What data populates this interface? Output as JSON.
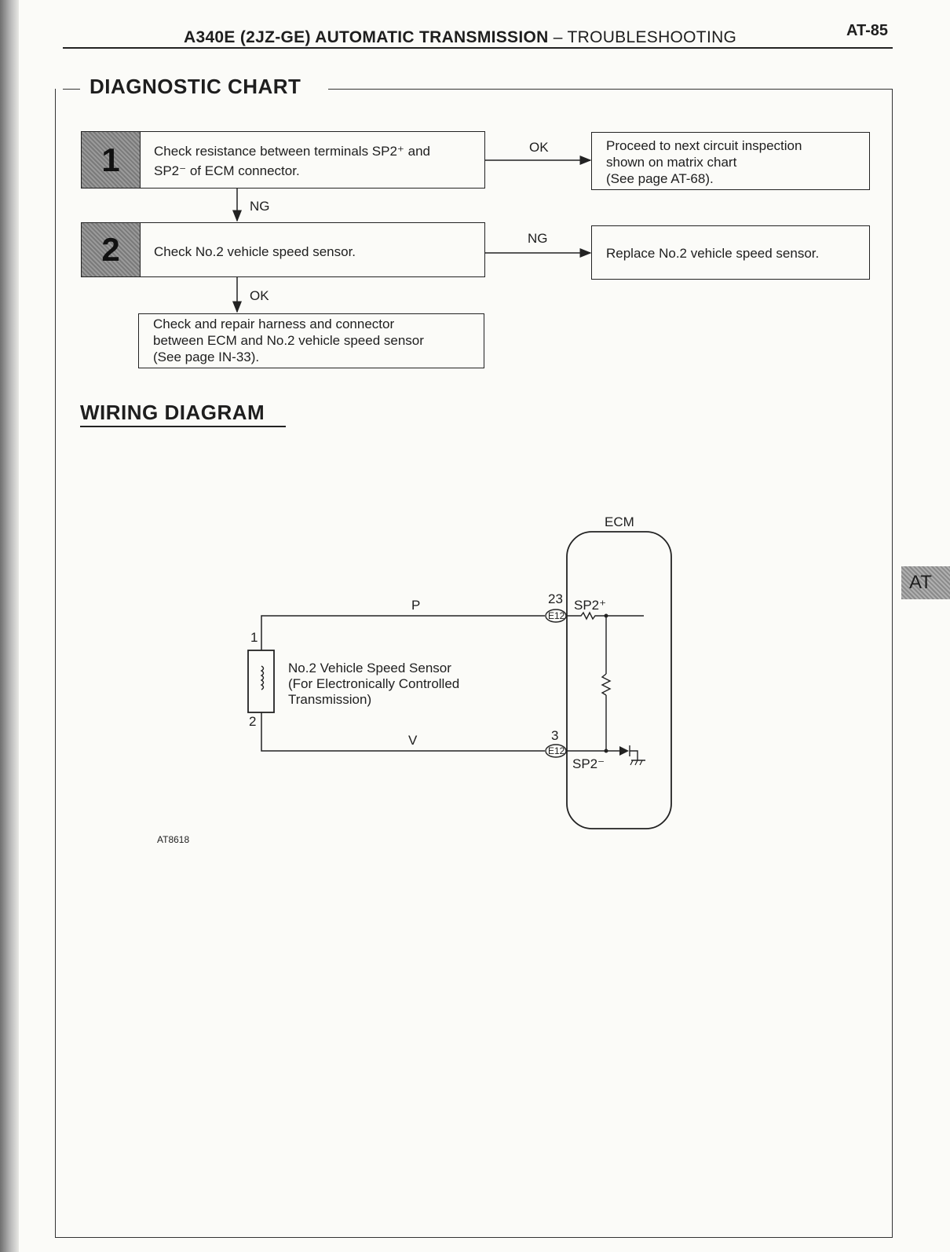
{
  "header": {
    "model": "A340E (2JZ-GE) AUTOMATIC TRANSMISSION",
    "separator": "–",
    "section": "TROUBLESHOOTING",
    "page_number": "AT-85"
  },
  "diagnostic_chart": {
    "title": "DIAGNOSTIC CHART",
    "step1": {
      "number": "1",
      "line1": "Check resistance between terminals SP2⁺ and",
      "line2": "SP2⁻ of ECM connector."
    },
    "step1_ok_label": "OK",
    "step1_ok_box": {
      "line1": "Proceed to next circuit inspection",
      "line2": "shown on matrix chart",
      "line3": "(See page AT-68)."
    },
    "step1_ng_label": "NG",
    "step2": {
      "number": "2",
      "text": "Check No.2 vehicle speed sensor."
    },
    "step2_ng_label": "NG",
    "step2_ng_box": "Replace No.2 vehicle speed sensor.",
    "step2_ok_label": "OK",
    "final_box": {
      "line1": "Check and repair harness and connector",
      "line2": "between ECM and No.2 vehicle speed sensor",
      "line3": "(See page IN-33)."
    }
  },
  "wiring_diagram": {
    "title": "WIRING DIAGRAM",
    "ecm_label": "ECM",
    "wire_p": "P",
    "wire_v": "V",
    "terminal_23": "23",
    "terminal_3": "3",
    "connector_top": "E12",
    "connector_bottom": "E12",
    "sp2_plus": "SP2⁺",
    "sp2_minus": "SP2⁻",
    "sensor_pin1": "1",
    "sensor_pin2": "2",
    "sensor_line1": "No.2 Vehicle Speed Sensor",
    "sensor_line2": "(For Electronically Controlled",
    "sensor_line3": "Transmission)",
    "figure_id": "AT8618"
  },
  "side_tab": "AT"
}
